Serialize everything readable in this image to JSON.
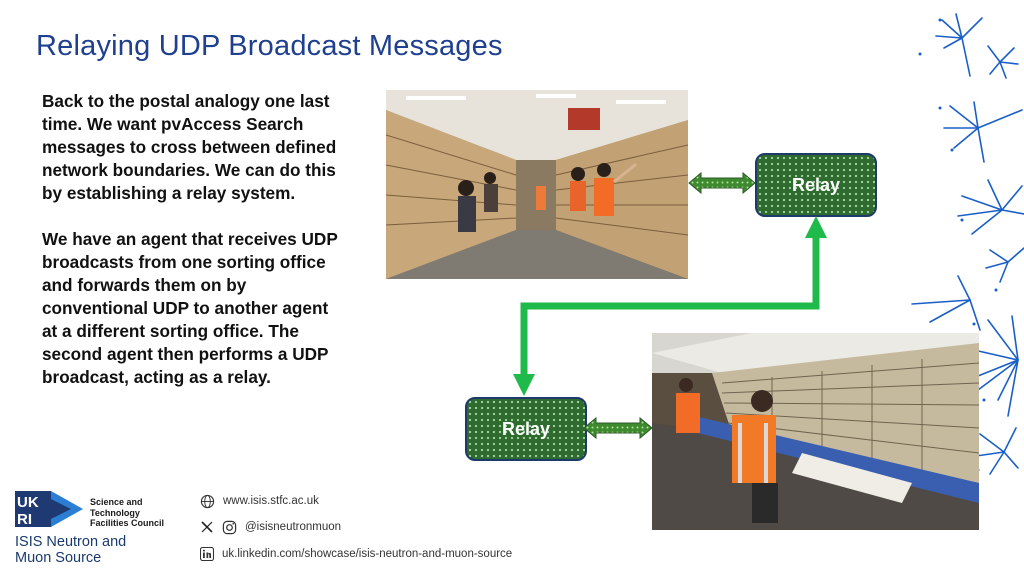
{
  "slide": {
    "title": "Relaying UDP Broadcast Messages",
    "paragraph_1": "Back to the postal analogy one last time. We want pvAccess Search messages to cross between defined network boundaries. We can do this by establishing a relay system.",
    "paragraph_2": "We have an agent that receives UDP broadcasts from one sorting office and forwards them on by conventional UDP to another agent at a different sorting office. The second agent then performs a UDP broadcast, acting as a relay."
  },
  "diagram": {
    "relay_top_label": "Relay",
    "relay_bottom_label": "Relay",
    "arrow_color": "#1fba4a",
    "box_color": "#2f6b2f"
  },
  "footer": {
    "org_line_1": "Science and",
    "org_line_2": "Technology",
    "org_line_3": "Facilities Council",
    "isis_line_1": "ISIS Neutron and",
    "isis_line_2": "Muon Source",
    "website": "www.isis.stfc.ac.uk",
    "social_handle": "@isisneutronmuon",
    "linkedin": "uk.linkedin.com/showcase/isis-neutron-and-muon-source"
  },
  "colors": {
    "title": "#1f3f8f",
    "accent_blue": "#1a5fc8"
  }
}
